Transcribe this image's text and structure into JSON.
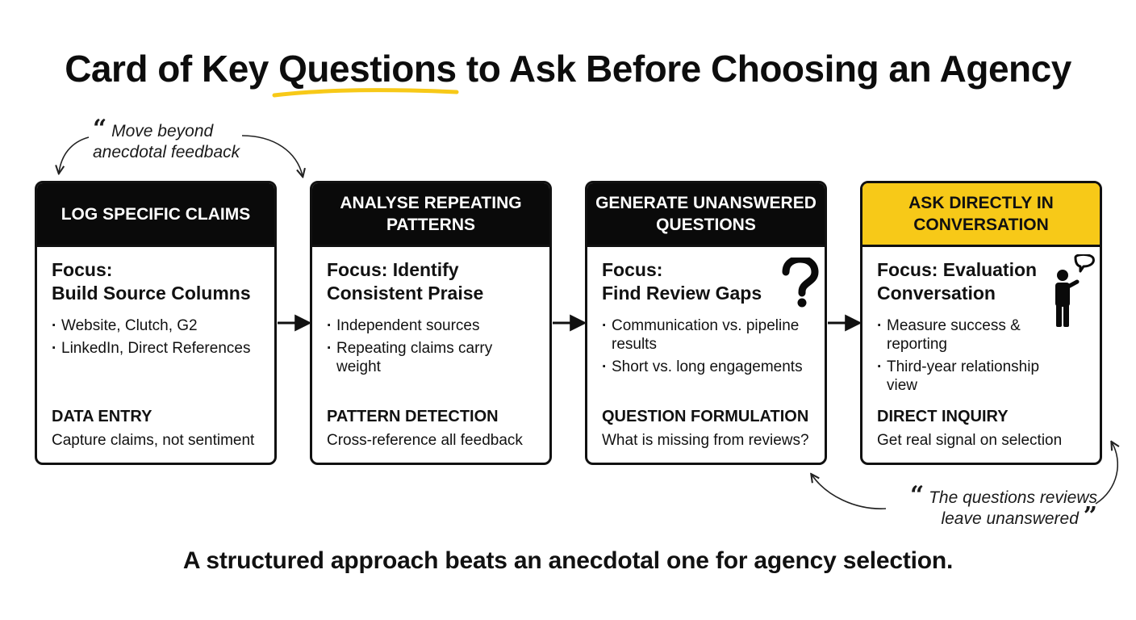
{
  "title": {
    "before": "Card of Key ",
    "highlight": "Questions",
    "after": " to Ask Before Choosing an Agency"
  },
  "quotes": {
    "top": {
      "open": "“",
      "line1": "Move beyond",
      "line2": "anecdotal feedback"
    },
    "bottom": {
      "open": "“",
      "line1": "The questions reviews",
      "line2": "leave unanswered",
      "close": "”"
    }
  },
  "cards": [
    {
      "header": "LOG SPECIFIC CLAIMS",
      "focus_line1": "Focus:",
      "focus_line2": "Build Source Columns",
      "bullets": [
        "Website, Clutch, G2",
        "LinkedIn, Direct References"
      ],
      "stage": "DATA ENTRY",
      "note": "Capture claims, not sentiment"
    },
    {
      "header": "ANALYSE REPEATING PATTERNS",
      "focus_line1": "Focus: Identify",
      "focus_line2": "Consistent Praise",
      "bullets": [
        "Independent sources",
        "Repeating claims carry weight"
      ],
      "stage": "PATTERN DETECTION",
      "note": "Cross-reference all feedback"
    },
    {
      "header": "GENERATE UNANSWERED QUESTIONS",
      "focus_line1": "Focus:",
      "focus_line2": "Find Review Gaps",
      "bullets": [
        "Communication vs. pipeline results",
        "Short vs. long engagements"
      ],
      "stage": "QUESTION FORMULATION",
      "note": "What is missing from reviews?",
      "icon": "question-mark-icon"
    },
    {
      "header": "ASK DIRECTLY IN CONVERSATION",
      "focus_line1": "Focus: Evaluation",
      "focus_line2": "Conversation",
      "bullets": [
        "Measure success & reporting",
        "Third-year relationship view"
      ],
      "stage": "DIRECT INQUIRY",
      "note": "Get real signal on selection",
      "icon": "person-speech-icon"
    }
  ],
  "footer": "A structured approach beats an anecdotal one for agency selection.",
  "colors": {
    "accent": "#f7c918",
    "header_dark": "#0a0a0a",
    "text": "#111111"
  }
}
